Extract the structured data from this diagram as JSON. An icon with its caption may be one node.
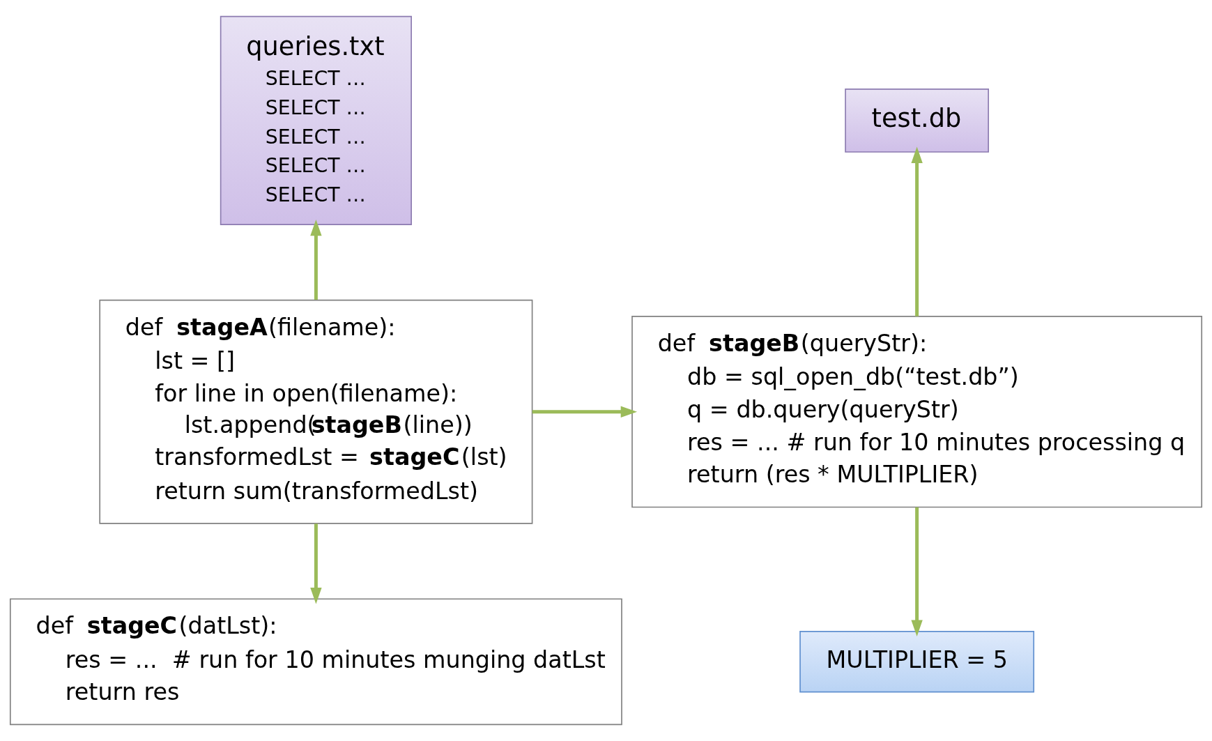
{
  "diagram": {
    "nodes": [
      {
        "text": [
          "queries.txt",
          "SELECT …",
          "SELECT …",
          "SELECT …",
          "SELECT …",
          "SELECT …"
        ]
      },
      {
        "text": [
          "test.db"
        ]
      },
      {
        "text": [
          "def **stageA**(filename):",
          "lst = []",
          "for line in open(filename):",
          "lst.append(**stageB**(line))",
          "transformedLst = **stageC**(lst)",
          "return sum(transformedLst)"
        ]
      },
      {
        "text": [
          "def **stageB**(queryStr):",
          "db = sql_open_db(“test.db”)",
          "q = db.query(queryStr)",
          "res = ... # run for 10 minutes processing q",
          "return (res * MULTIPLIER)"
        ]
      },
      {
        "text": [
          "MULTIPLIER = 5"
        ]
      },
      {
        "text": [
          "def **stageC**(datLst):",
          "res = ...  # run for 10 minutes munging datLst",
          "return res"
        ]
      }
    ],
    "edges": [
      {
        "from": 2,
        "to": 0,
        "arrow": "to"
      },
      {
        "from": 2,
        "to": 3,
        "arrow": "to"
      },
      {
        "from": 3,
        "to": 1,
        "arrow": "to"
      },
      {
        "from": 3,
        "to": 4,
        "arrow": "to"
      },
      {
        "from": 2,
        "to": 5,
        "arrow": "to"
      }
    ]
  }
}
